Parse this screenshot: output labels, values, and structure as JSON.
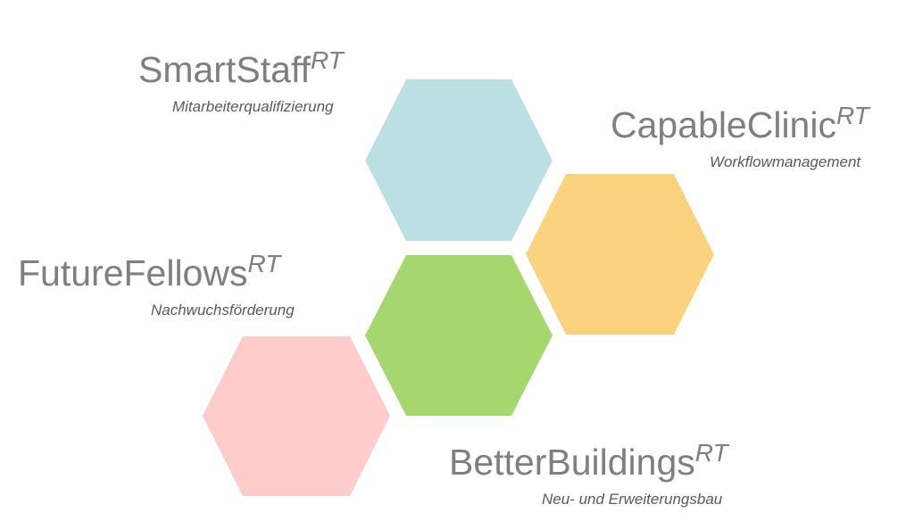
{
  "diagram": {
    "modules": [
      {
        "id": "smartstaff",
        "title": "SmartStaff",
        "suffix": "RT",
        "subtitle": "Mitarbeiterqualifizierung",
        "color": "#bcdfe3"
      },
      {
        "id": "capableclinic",
        "title": "CapableClinic",
        "suffix": "RT",
        "subtitle": "Workflowmanagement",
        "color": "#fad280"
      },
      {
        "id": "futurefellows",
        "title": "FutureFellows",
        "suffix": "RT",
        "subtitle": "Nachwuchsförderung",
        "color": "#ffcccc"
      },
      {
        "id": "betterbuildings",
        "title": "BetterBuildings",
        "suffix": "RT",
        "subtitle": "Neu- und Erweiterungsbau",
        "color": "#a5d76e"
      }
    ],
    "center_hex_color": "#a5d76e"
  }
}
